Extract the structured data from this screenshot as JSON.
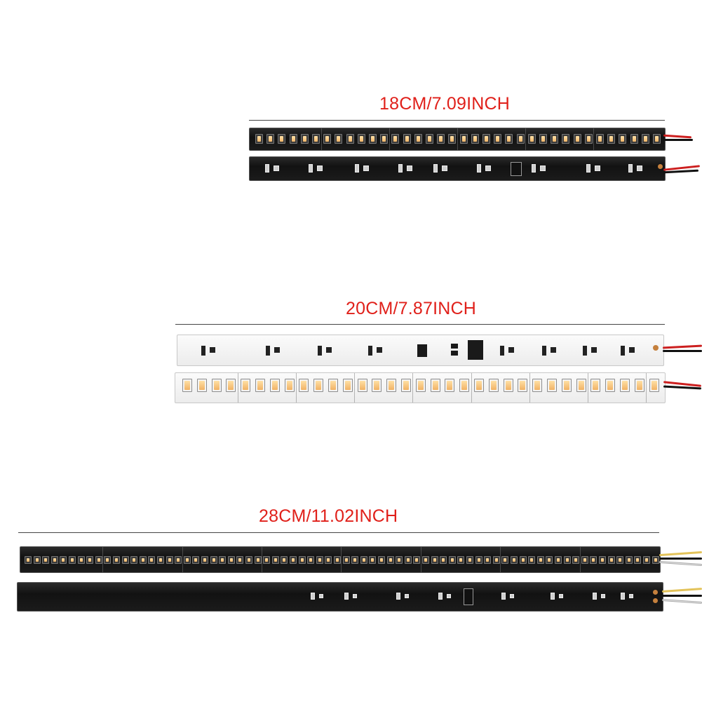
{
  "labels": {
    "strip_18cm": "18CM/7.09INCH",
    "strip_20cm": "20CM/7.87INCH",
    "strip_28cm": "28CM/11.02INCH"
  },
  "colors": {
    "label": "#e0201a",
    "led": "#f4b567",
    "wire_red": "#cc1f1f",
    "wire_black": "#111111",
    "wire_yellow": "#e3c35a",
    "wire_white": "#e8e8e8"
  }
}
